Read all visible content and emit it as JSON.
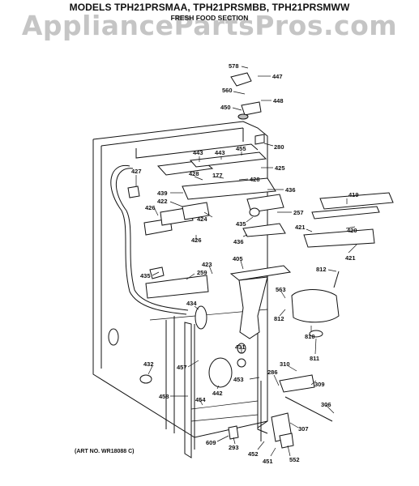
{
  "header": {
    "title": "MODELS TPH21PRSMAA, TPH21PRSMBB, TPH21PRSMWW",
    "subtitle": "FRESH FOOD SECTION"
  },
  "watermark": "AppliancePartsPros.com",
  "art_number": "(ART NO. WR18088 C)",
  "callouts": [
    "578",
    "447",
    "560",
    "448",
    "450",
    "280",
    "443",
    "443",
    "455",
    "425",
    "427",
    "428",
    "177",
    "428",
    "439",
    "436",
    "419",
    "422",
    "257",
    "426",
    "424",
    "435",
    "421",
    "420",
    "426",
    "436",
    "421",
    "405",
    "812",
    "423",
    "563",
    "435",
    "259",
    "812",
    "434",
    "810",
    "811",
    "431",
    "310",
    "432",
    "457",
    "286",
    "309",
    "453",
    "442",
    "458",
    "454",
    "306",
    "307",
    "609",
    "293",
    "452",
    "451",
    "552"
  ]
}
